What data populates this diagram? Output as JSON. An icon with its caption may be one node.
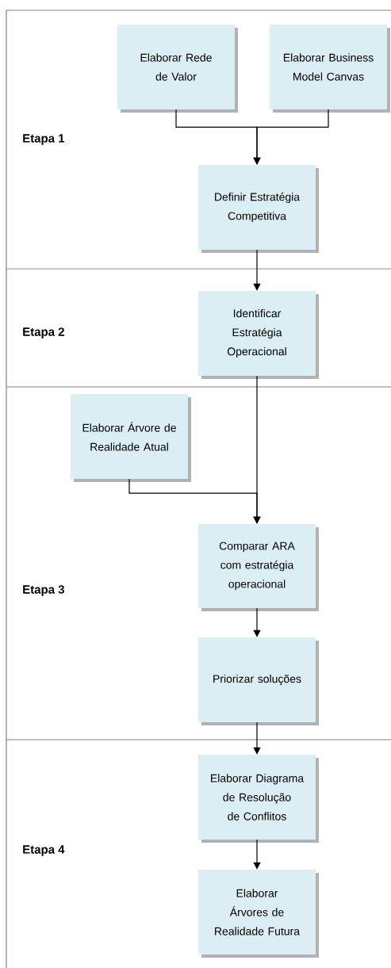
{
  "diagram": {
    "nodes": [
      {
        "text": [
          "Etapa 1"
        ]
      },
      {
        "text": [
          "Elaborar Rede de Valor"
        ],
        "in": 0
      },
      {
        "text": [
          "Elaborar Business Model Canvas"
        ],
        "in": 0
      },
      {
        "text": [
          "Definir Estratégia Competitiva"
        ],
        "in": 0
      },
      {
        "text": [
          "Etapa 2"
        ]
      },
      {
        "text": [
          "Identificar Estratégia Operacional"
        ],
        "in": 4
      },
      {
        "text": [
          "Etapa 3"
        ]
      },
      {
        "text": [
          "Elaborar Árvore de Realidade Atual"
        ],
        "in": 6
      },
      {
        "text": [
          "Comparar ARA com estratégia operacional"
        ],
        "in": 6
      },
      {
        "text": [
          "Priorizar soluções"
        ],
        "in": 6
      },
      {
        "text": [
          "Etapa 4"
        ]
      },
      {
        "text": [
          "Elaborar Diagrama de Resolução de Conflitos"
        ],
        "in": 10
      },
      {
        "text": [
          "Elaborar Árvores de Realidade Futura"
        ],
        "in": 10
      }
    ],
    "edges": [
      {
        "from": 1,
        "to": 3,
        "arrow": "to"
      },
      {
        "from": 2,
        "to": 3,
        "arrow": "to"
      },
      {
        "from": 3,
        "to": 5,
        "arrow": "to"
      },
      {
        "from": 5,
        "to": 8,
        "arrow": "to"
      },
      {
        "from": 7,
        "to": 8,
        "arrow": "to"
      },
      {
        "from": 8,
        "to": 9,
        "arrow": "to"
      },
      {
        "from": 9,
        "to": 11,
        "arrow": "to"
      },
      {
        "from": 11,
        "to": 12,
        "arrow": "to"
      }
    ]
  }
}
